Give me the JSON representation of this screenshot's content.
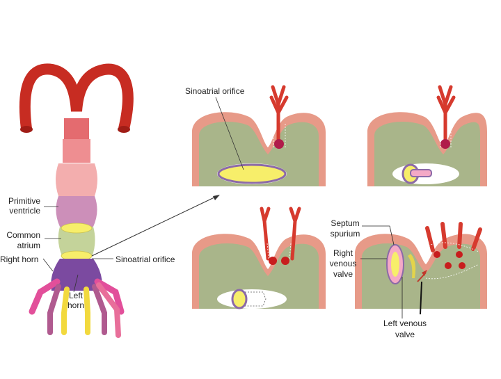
{
  "labels": {
    "sinoatrial_top": "Sinoatrial orifice",
    "primitive_ventricle_1": "Primitive",
    "primitive_ventricle_2": "ventricle",
    "common_atrium_1": "Common",
    "common_atrium_2": "atrium",
    "right_horn": "Right horn",
    "sinoatrial_left": "Sinoatrial orifice",
    "left_horn_1": "Left",
    "left_horn_2": "horn",
    "septum_spurium_1": "Septum",
    "septum_spurium_2": "spurium",
    "right_venous_valve_1": "Right",
    "right_venous_valve_2": "venous",
    "right_venous_valve_3": "valve",
    "left_venous_valve_1": "Left venous",
    "left_venous_valve_2": "valve"
  },
  "colors": {
    "aorta": "#d63a2e",
    "truncus": "#e9787e",
    "bulbus": "#f2a6a6",
    "ventricle": "#c98bb5",
    "atrium": "#c6d49b",
    "orifice": "#f7ee6a",
    "sinus": "#7b4aa0",
    "chamber_wall": "#e79a88",
    "chamber_inner": "#a9b58a",
    "vessel": "#d63a2e"
  }
}
